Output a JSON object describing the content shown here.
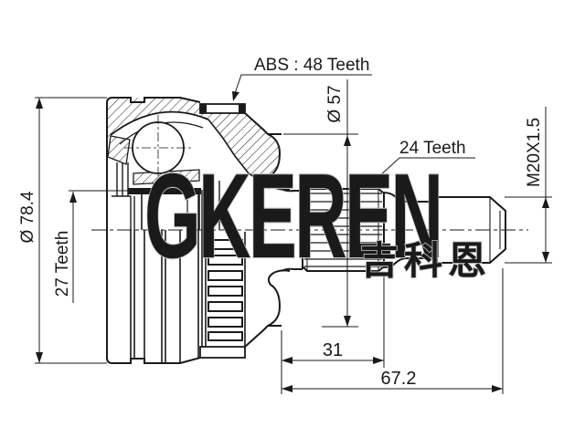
{
  "image": {
    "background": "#ffffff",
    "line_color": "#1a1a1a",
    "watermark_color": "#c0c0c0"
  },
  "drawing": {
    "type": "technical-drawing",
    "subject": "CV joint outer stub-shaft cross-section with ABS ring",
    "labels": {
      "abs_ring": "ABS : 48 Teeth",
      "shaft_spline": "24 Teeth",
      "thread_spec": "M20X1.5",
      "outer_diameter": "Ø 78.4",
      "inner_spline": "27 Teeth",
      "step_diameter": "Ø 57",
      "spline_length": "31",
      "stub_length": "67.2"
    },
    "watermark": {
      "latin": "GKEREN",
      "cjk": "吉科恩"
    }
  }
}
